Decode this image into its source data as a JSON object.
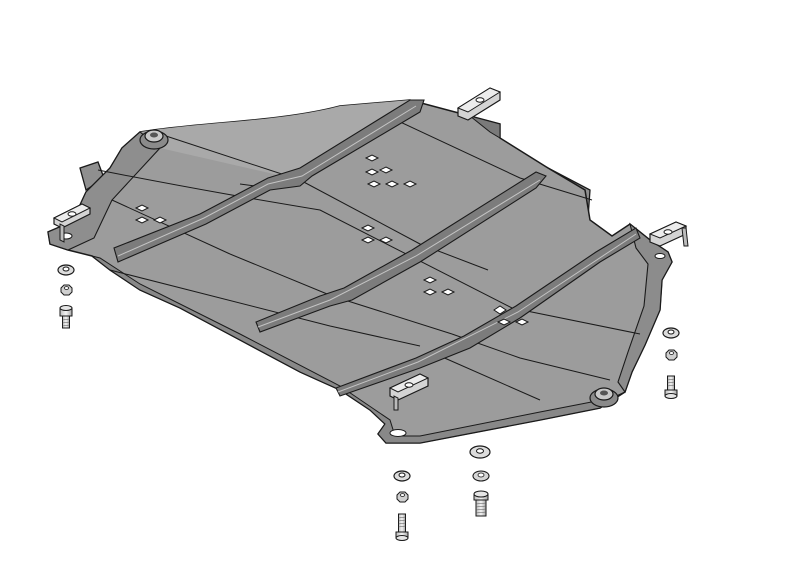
{
  "diagram": {
    "subject": "skid-plate-exploded-view",
    "colors": {
      "plate_fill": "#9c9c9c",
      "plate_shade": "#8a8a8a",
      "plate_light": "#b4b4b4",
      "rib_fill": "#7e7e7e",
      "line": "#1a1a1a",
      "hardware_fill": "#d8d8d8",
      "hole_fill": "#ffffff",
      "background": "#ffffff"
    },
    "parts": [
      "skid-plate",
      "mounting-bracket",
      "bolt",
      "washer",
      "nut"
    ]
  }
}
